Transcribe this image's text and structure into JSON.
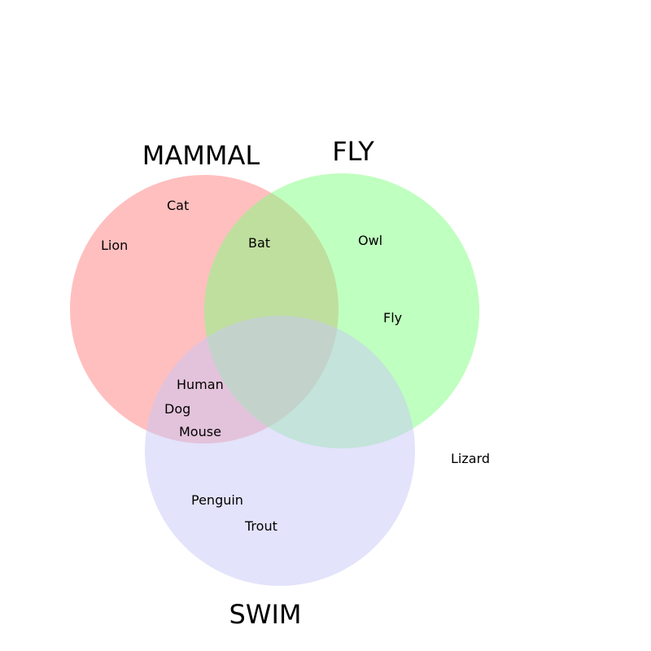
{
  "sets": [
    {
      "key": "mammal",
      "title": "MAMMAL",
      "color": "#ff7f7f",
      "opacity": 0.5
    },
    {
      "key": "fly",
      "title": "FLY",
      "color": "#7fff7f",
      "opacity": 0.5
    },
    {
      "key": "swim",
      "title": "SWIM",
      "color": "#c8c8f8",
      "opacity": 0.5
    }
  ],
  "members": [
    {
      "label": "Cat",
      "sets": [
        "mammal"
      ]
    },
    {
      "label": "Lion",
      "sets": [
        "mammal"
      ]
    },
    {
      "label": "Bat",
      "sets": [
        "mammal",
        "fly"
      ]
    },
    {
      "label": "Owl",
      "sets": [
        "fly"
      ]
    },
    {
      "label": "Fly",
      "sets": [
        "fly"
      ]
    },
    {
      "label": "Human",
      "sets": [
        "mammal",
        "swim"
      ]
    },
    {
      "label": "Dog",
      "sets": [
        "mammal",
        "swim"
      ]
    },
    {
      "label": "Mouse",
      "sets": [
        "mammal",
        "swim"
      ]
    },
    {
      "label": "Penguin",
      "sets": [
        "swim"
      ]
    },
    {
      "label": "Trout",
      "sets": [
        "swim"
      ]
    },
    {
      "label": "Lizard",
      "sets": []
    }
  ]
}
